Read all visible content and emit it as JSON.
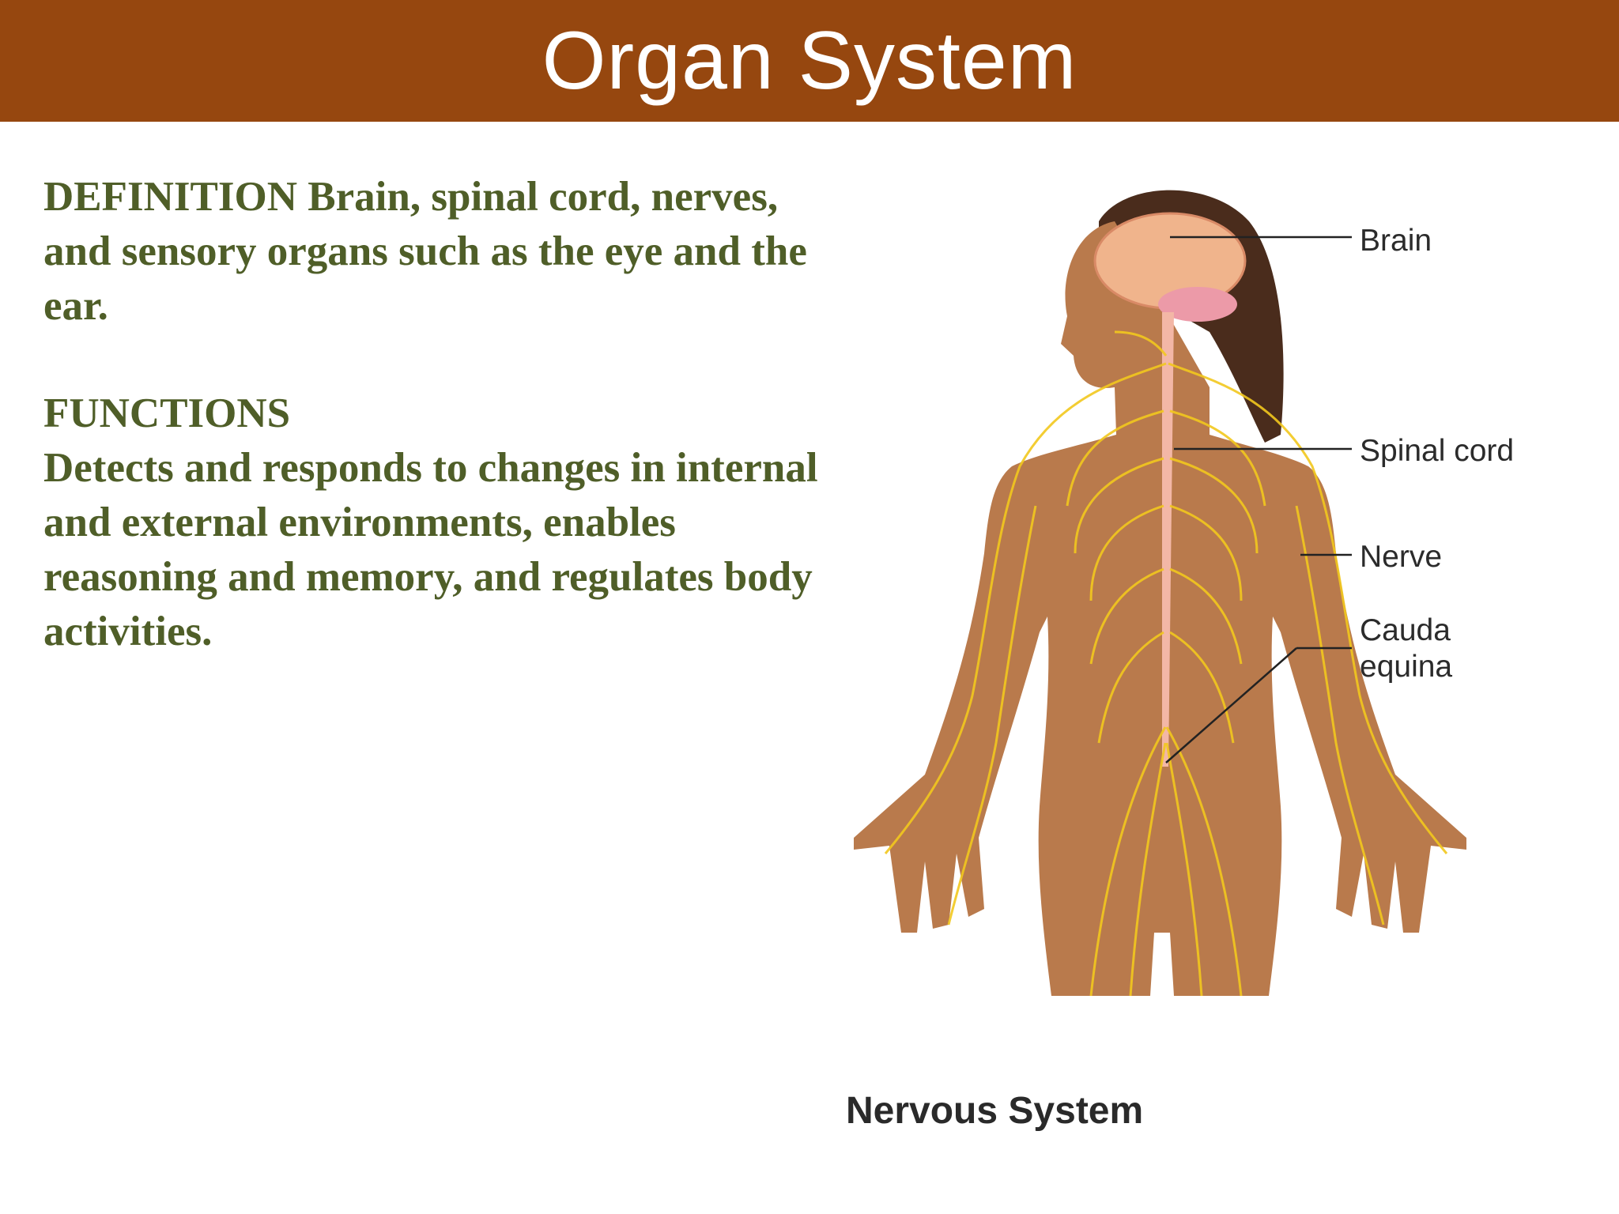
{
  "slide": {
    "title": "Organ System"
  },
  "definition": {
    "heading": "DEFINITION",
    "text": "Brain, spinal cord, nerves, and sensory organs such as the eye and the ear."
  },
  "functions": {
    "heading": "FUNCTIONS",
    "text": "Detects and responds to changes in internal and external environments, enables reasoning and memory, and regulates body activities."
  },
  "figure": {
    "labels": {
      "brain": "Brain",
      "spinal_cord": "Spinal cord",
      "nerve": "Nerve",
      "cauda_equina_line1": "Cauda",
      "cauda_equina_line2": "equina"
    },
    "caption": "Nervous System"
  },
  "colors": {
    "title_bar": "#96470f",
    "body_text": "#4f5e28",
    "skin": "#b97a4c",
    "nerves": "#f2c81e"
  }
}
